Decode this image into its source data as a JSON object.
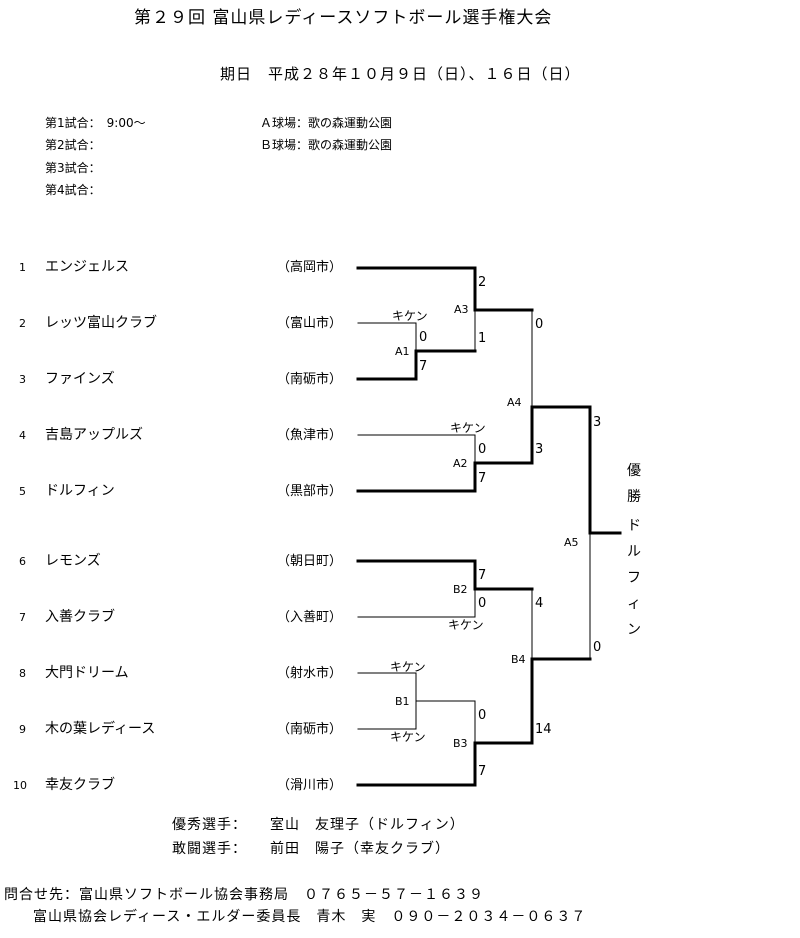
{
  "title": "第２９回 富山県レディースソフトボール選手権大会",
  "date_line": "期日　平成２８年１０月９日（日）、１６日（日）",
  "schedule": {
    "games": [
      "第1試合：　9:00～",
      "第2試合：",
      "第3試合：",
      "第4試合："
    ],
    "fields": [
      "Ａ球場：歌の森運動公園",
      "Ｂ球場：歌の森運動公園"
    ]
  },
  "teams": [
    {
      "no": "1",
      "name": "エンジェルス",
      "city": "（高岡市）"
    },
    {
      "no": "2",
      "name": "レッツ富山クラブ",
      "city": "（富山市）"
    },
    {
      "no": "3",
      "name": "ファインズ",
      "city": "（南砺市）"
    },
    {
      "no": "4",
      "name": "吉島アップルズ",
      "city": "（魚津市）"
    },
    {
      "no": "5",
      "name": "ドルフィン",
      "city": "（黒部市）"
    },
    {
      "no": "6",
      "name": "レモンズ",
      "city": "（朝日町）"
    },
    {
      "no": "7",
      "name": "入善クラブ",
      "city": "（入善町）"
    },
    {
      "no": "8",
      "name": "大門ドリーム",
      "city": "（射水市）"
    },
    {
      "no": "9",
      "name": "木の葉レディース",
      "city": "（南砺市）"
    },
    {
      "no": "10",
      "name": "幸友クラブ",
      "city": "（滑川市）"
    }
  ],
  "games": {
    "A1": {
      "label": "A1",
      "top_score": "0",
      "bottom_score": "7",
      "note": "キケン"
    },
    "A2": {
      "label": "A2",
      "top_score": "0",
      "bottom_score": "7",
      "note": "キケン"
    },
    "A3": {
      "label": "A3",
      "top_score": "2",
      "bottom_score": "1"
    },
    "A4": {
      "label": "A4",
      "top_score": "0",
      "bottom_score": "3"
    },
    "A5": {
      "label": "A5",
      "top_score": "3",
      "bottom_score": "0"
    },
    "B1": {
      "label": "B1",
      "note_top": "キケン",
      "note_bottom": "キケン"
    },
    "B2": {
      "label": "B2",
      "top_score": "7",
      "bottom_score": "0",
      "note": "キケン"
    },
    "B3": {
      "label": "B3",
      "top_score": "0",
      "bottom_score": "7"
    },
    "B4": {
      "label": "B4",
      "top_score": "4",
      "bottom_score": "14"
    }
  },
  "champion": {
    "label": "優勝",
    "team": "ドルフィン"
  },
  "awards": [
    {
      "label": "優秀選手：",
      "value": "室山　友理子（ドルフィン）"
    },
    {
      "label": "敢闘選手：",
      "value": "前田　陽子（幸友クラブ）"
    }
  ],
  "footer": {
    "line1": "問合せ先：富山県ソフトボール協会事務局　０７６５－５７－１６３９",
    "line2": "富山県協会レディース・エルダー委員長　青木　実　０９０－２０３４－０６３７"
  }
}
